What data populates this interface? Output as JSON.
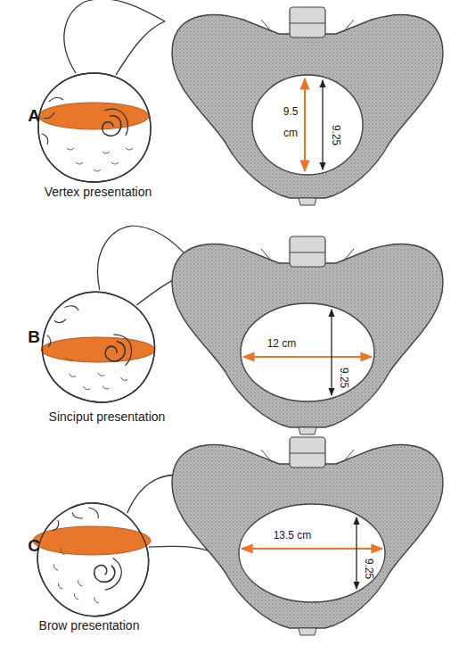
{
  "diagram": {
    "labels": [
      "A",
      "Vertex presentation",
      "9.5",
      "cm",
      "9.25",
      "B",
      "Sinciput presentation",
      "12 cm",
      "9.25",
      "C",
      "Brow presentation",
      "13.5 cm",
      "9.25"
    ]
  }
}
